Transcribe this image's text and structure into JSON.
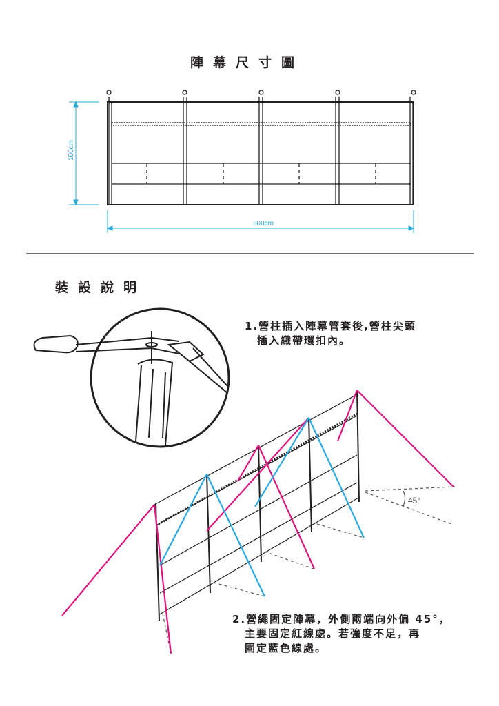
{
  "section1": {
    "title": "陣幕尺寸圖",
    "height_label": "100cm",
    "width_label": "300cm"
  },
  "section2": {
    "title": "裝設說明",
    "step1": [
      "1.營柱插入陣幕管套後,營柱尖頭",
      "插入織帶環扣內。"
    ],
    "step2": [
      "2.營繩固定陣幕，外側兩端向外偏 45°，",
      "主要固定紅線處。若強度不足，再",
      "固定藍色線處。"
    ],
    "angle_label": "45°"
  },
  "colors": {
    "dimension": "#29a9d6",
    "red_line": "#e0127f",
    "blue_line": "#2aa9e0"
  }
}
